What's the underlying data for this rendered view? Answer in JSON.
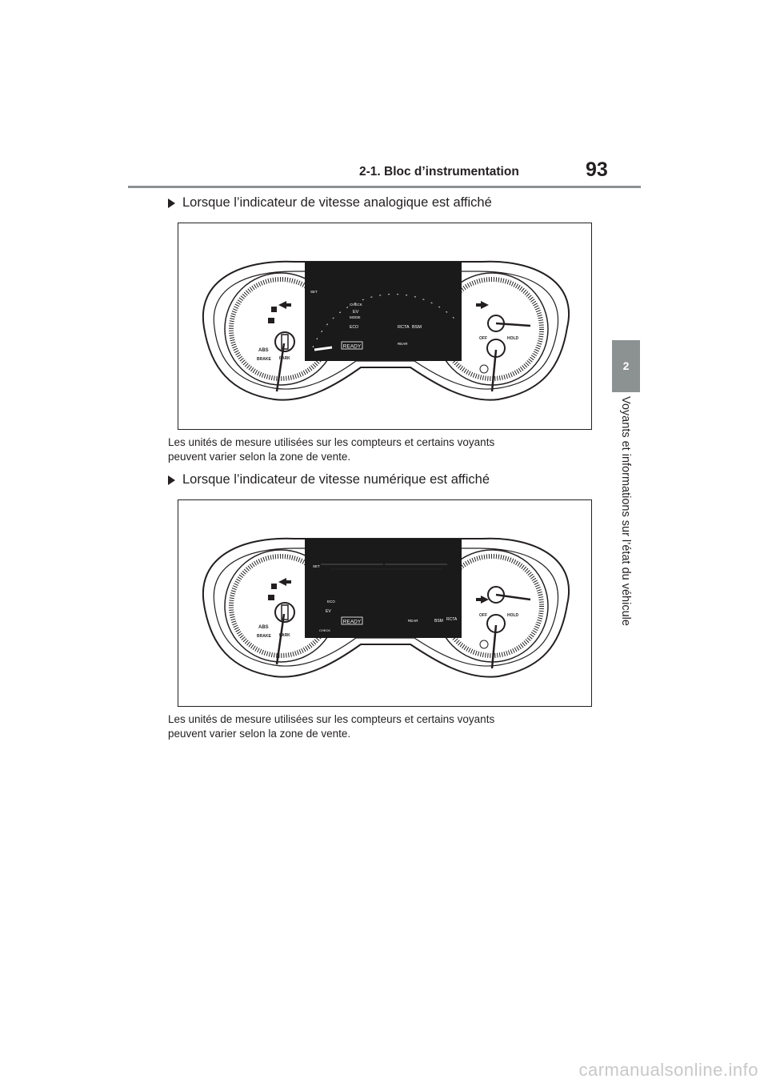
{
  "header": {
    "section": "2-1. Bloc d’instrumentation",
    "page_number": "93"
  },
  "side_tab": {
    "number": "2",
    "chapter": "Voyants et informations sur l’état du véhicule"
  },
  "content": {
    "heading_analog": "Lorsque l’indicateur de vitesse analogique est affiché",
    "heading_digital": "Lorsque l’indicateur de vitesse numérique est affiché",
    "note_line1": "Les unités de mesure utilisées sur les compteurs et certains voyants",
    "note_line2": "peuvent varier selon la zone de vente."
  },
  "figure_labels": {
    "abs": "ABS",
    "brake": "BRAKE",
    "park": "PARK",
    "off": "OFF",
    "hold": "HOLD",
    "ready": "READY",
    "eco": "ECO",
    "ev": "EV",
    "mode": "MODE",
    "bsm": "BSM",
    "rcta": "RCTA",
    "rear": "REAR",
    "set": "SET",
    "check": "CHECK"
  },
  "footer": {
    "url": "carmanualsonline.info"
  }
}
